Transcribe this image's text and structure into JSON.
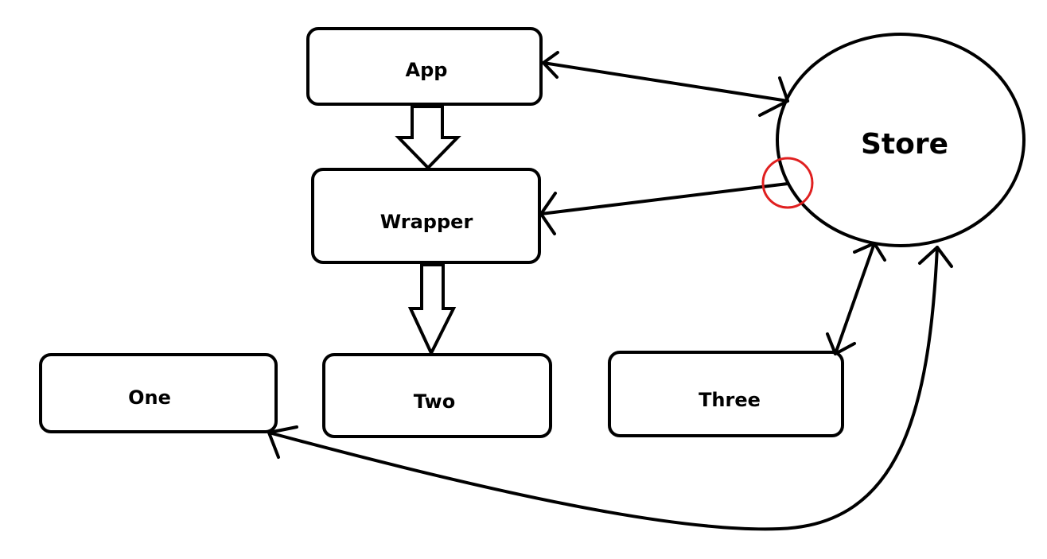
{
  "diagram": {
    "nodes": {
      "app": {
        "label": "App"
      },
      "wrapper": {
        "label": "Wrapper"
      },
      "one": {
        "label": "One"
      },
      "two": {
        "label": "Two"
      },
      "three": {
        "label": "Three"
      },
      "store": {
        "label": "Store"
      }
    },
    "colors": {
      "stroke": "#000000",
      "background": "#ffffff",
      "highlight": "#e02020"
    }
  }
}
